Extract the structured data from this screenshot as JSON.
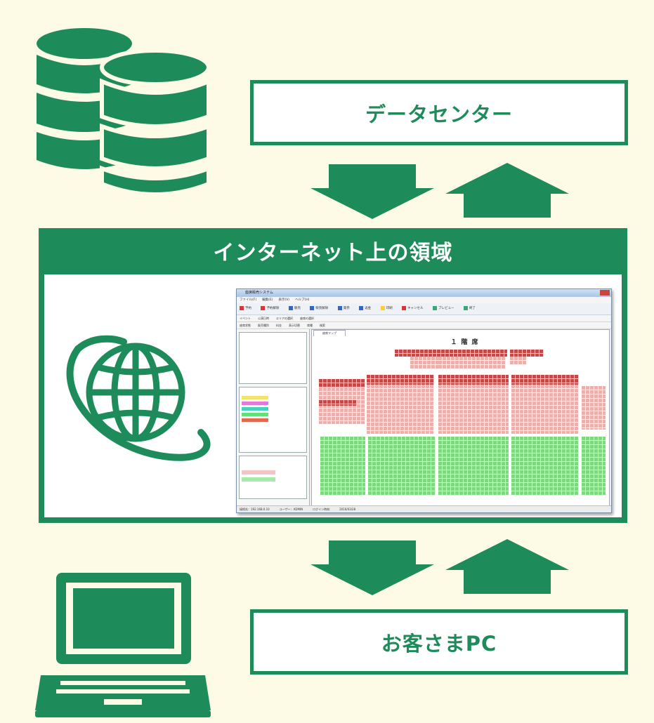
{
  "colors": {
    "background": "#fdfbe6",
    "accent": "#1e8c5a",
    "white": "#ffffff",
    "seat_red": "#c44a4a",
    "seat_pink": "#eab0ae",
    "seat_green": "#7fd87f"
  },
  "data_center": {
    "label": "データセンター",
    "icon": "database-icon"
  },
  "internet": {
    "title": "インターネット上の領域",
    "icon": "globe-icon"
  },
  "customer_pc": {
    "label": "お客さまPC",
    "icon": "laptop-icon"
  },
  "arrows": {
    "down_icon": "arrow-down-icon",
    "up_icon": "arrow-up-icon"
  },
  "app_screenshot": {
    "stage_label": "１階席"
  }
}
